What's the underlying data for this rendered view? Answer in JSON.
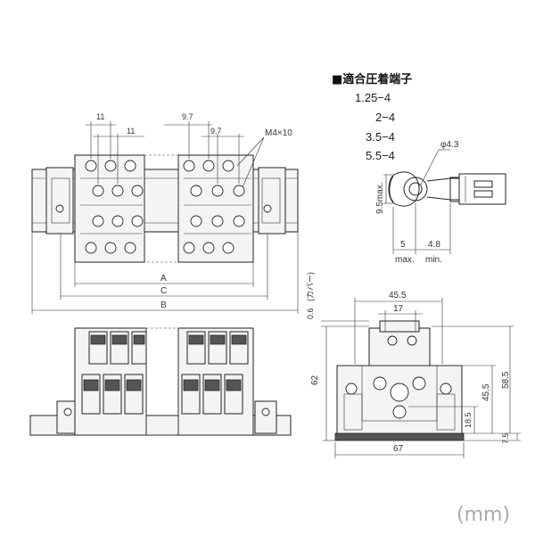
{
  "legend": {
    "title": "■適合圧着端子",
    "items": [
      "1.25−4",
      "2−4",
      "3.5−4",
      "5.5−4"
    ]
  },
  "lug": {
    "hole_label": "φ4.3",
    "width_label": "9.5max.",
    "dim1_value": "5",
    "dim1_note": "max.",
    "dim2_value": "4.8",
    "dim2_note": "min."
  },
  "top_view": {
    "pitch_outer_left": "11",
    "pitch_inner_left": "11",
    "pitch_outer_right": "9.7",
    "pitch_inner_right": "9.7",
    "screw_label": "M4×10",
    "dim_a": "A",
    "dim_c": "C",
    "dim_b": "B"
  },
  "side_view": {
    "top_width": "45.5",
    "inner_width": "17",
    "cover_gap": "0.6",
    "cover_note": "(カバー)",
    "height_total": "62",
    "height_58": "58.5",
    "height_45": "45.5",
    "height_18": "18.5",
    "height_7": "7.5",
    "base_width": "67"
  },
  "unit_label": "(mm)"
}
